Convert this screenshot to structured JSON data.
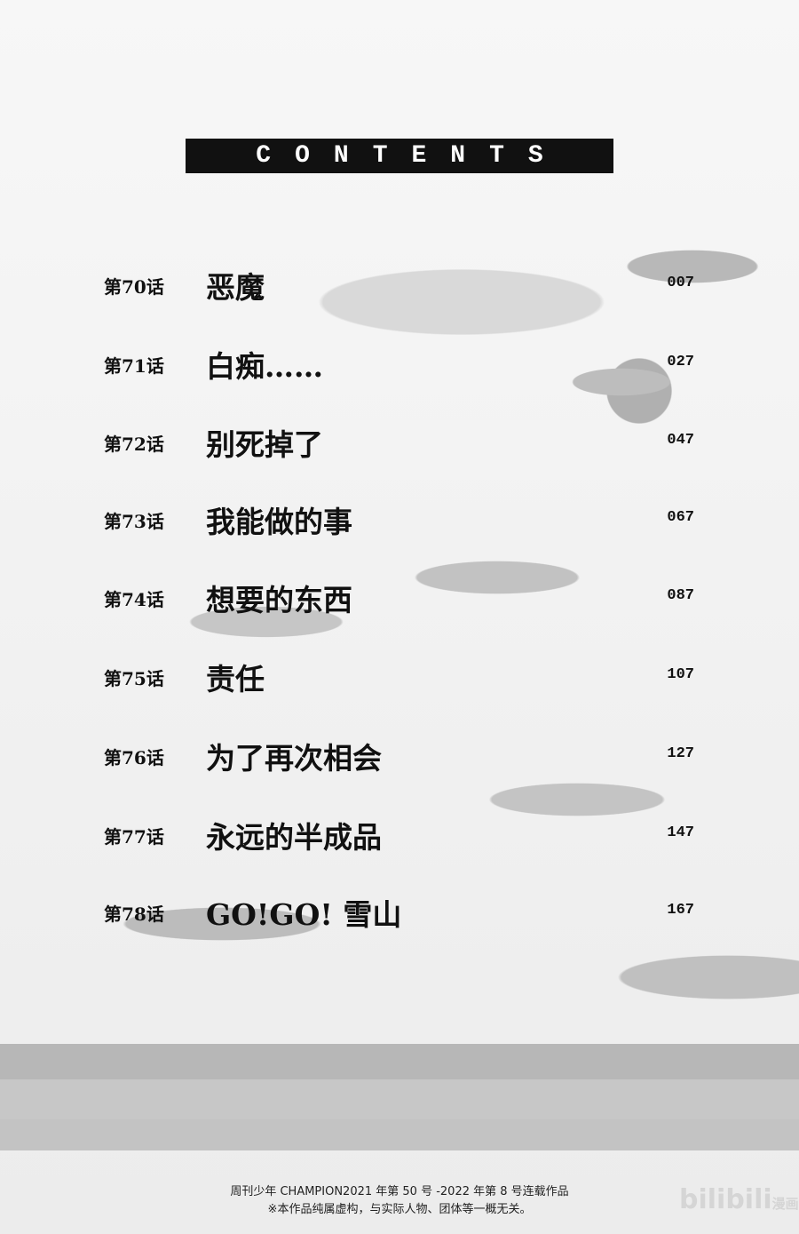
{
  "heading": "CONTENTS",
  "chapters": [
    {
      "label": "第70话",
      "title": "恶魔",
      "page": "007"
    },
    {
      "label": "第71话",
      "title": "白痴……",
      "page": "027"
    },
    {
      "label": "第72话",
      "title": "别死掉了",
      "page": "047"
    },
    {
      "label": "第73话",
      "title": "我能做的事",
      "page": "067"
    },
    {
      "label": "第74话",
      "title": "想要的东西",
      "page": "087"
    },
    {
      "label": "第75话",
      "title": "责任",
      "page": "107"
    },
    {
      "label": "第76话",
      "title": "为了再次相会",
      "page": "127"
    },
    {
      "label": "第77话",
      "title": "永远的半成品",
      "page": "147"
    },
    {
      "label": "第78话",
      "title": "GO!GO! 雪山",
      "page": "167"
    }
  ],
  "footer": {
    "serialization": "周刊少年 CHAMPION2021 年第 50 号 -2022 年第 8 号连载作品",
    "disclaimer": "※本作品纯属虚构，与实际人物、团体等一概无关。"
  },
  "watermark": {
    "brand": "bilibili",
    "sub": "漫画"
  }
}
